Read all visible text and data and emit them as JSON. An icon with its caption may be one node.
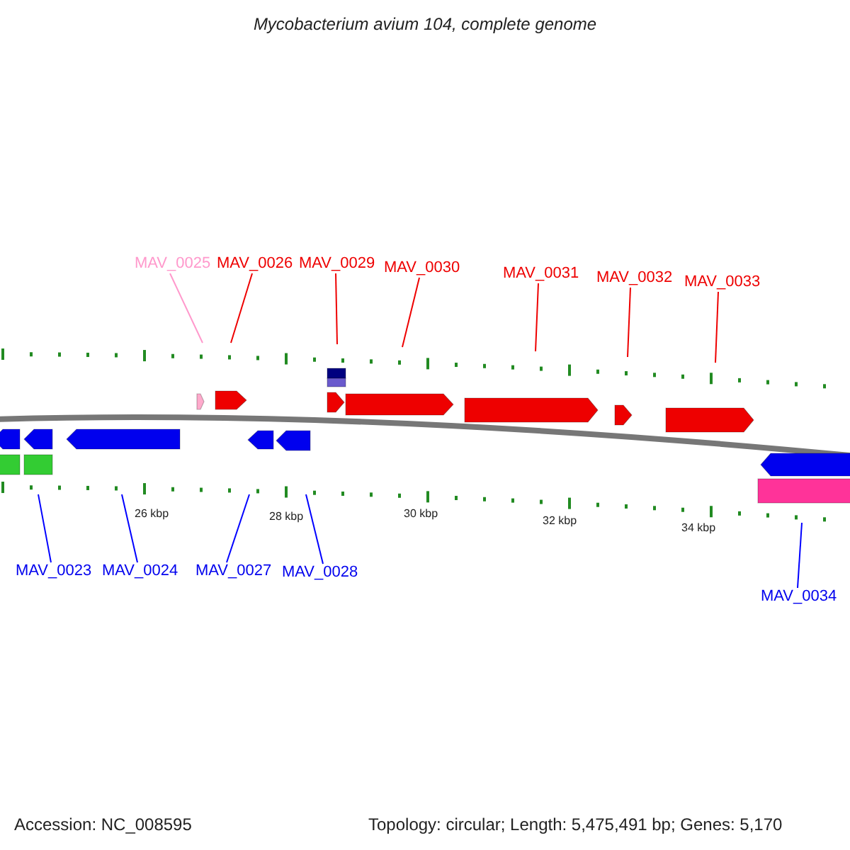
{
  "diagram": {
    "title": "Mycobacterium avium 104, complete genome",
    "nodes": [
      {
        "text": [
          "MAV_0025"
        ]
      },
      {
        "text": [
          "MAV_0026"
        ]
      },
      {
        "text": [
          "MAV_0029"
        ]
      },
      {
        "text": [
          "MAV_0030"
        ]
      },
      {
        "text": [
          "MAV_0031"
        ]
      },
      {
        "text": [
          "MAV_0032"
        ]
      },
      {
        "text": [
          "MAV_0033"
        ]
      },
      {
        "text": [
          "MAV_0023"
        ]
      },
      {
        "text": [
          "MAV_0024"
        ]
      },
      {
        "text": [
          "MAV_0027"
        ]
      },
      {
        "text": [
          "MAV_0028"
        ]
      },
      {
        "text": [
          "MAV_0034"
        ]
      }
    ],
    "edges": [
      {
        "from": 0,
        "to": null,
        "arrow": "none",
        "color": "#ff99cc"
      },
      {
        "from": 1,
        "to": null,
        "arrow": "none"
      },
      {
        "from": 2,
        "to": null,
        "arrow": "none"
      },
      {
        "from": 3,
        "to": null,
        "arrow": "none"
      },
      {
        "from": 4,
        "to": null,
        "arrow": "none"
      },
      {
        "from": 5,
        "to": null,
        "arrow": "none"
      },
      {
        "from": 6,
        "to": null,
        "arrow": "none"
      },
      {
        "from": 7,
        "to": null,
        "arrow": "none",
        "color": "#0000ff"
      },
      {
        "from": 8,
        "to": null,
        "arrow": "none",
        "color": "#0000ff"
      },
      {
        "from": 9,
        "to": null,
        "arrow": "none",
        "color": "#0000ff"
      },
      {
        "from": 10,
        "to": null,
        "arrow": "none",
        "color": "#0000ff"
      },
      {
        "from": 11,
        "to": null,
        "arrow": "none",
        "color": "#0000ff"
      }
    ],
    "labels": [
      "26 kbp",
      "28 kbp",
      "30 kbp",
      "32 kbp",
      "34 kbp",
      "Accession: NC_008595",
      "Topology: circular; Length: 5,475,491 bp; Genes: 5,170"
    ]
  }
}
